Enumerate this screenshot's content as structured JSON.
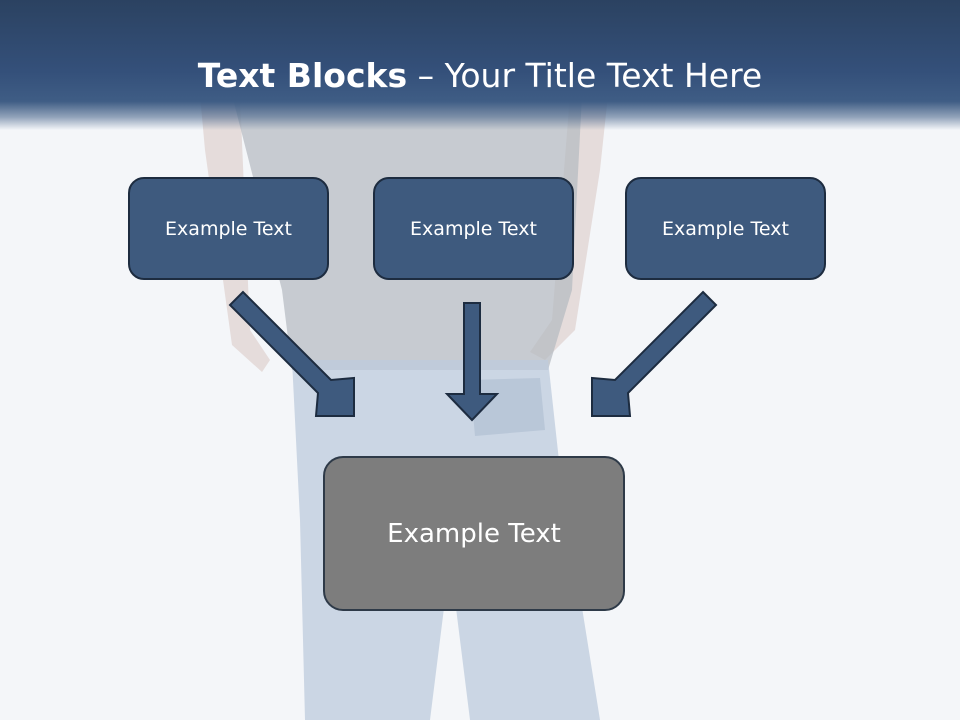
{
  "title": {
    "bold_part": "Text Blocks",
    "separator": "–",
    "regular_part": "Your Title Text Here"
  },
  "blocks": [
    {
      "label": "Example Text"
    },
    {
      "label": "Example Text"
    },
    {
      "label": "Example Text"
    }
  ],
  "result": {
    "label": "Example Text"
  },
  "colors": {
    "header": "#34507a",
    "block_fill": "#3e5a7e",
    "block_border": "#1d2c40",
    "result_fill": "#7d7d7d",
    "background": "#f4f6f9"
  }
}
